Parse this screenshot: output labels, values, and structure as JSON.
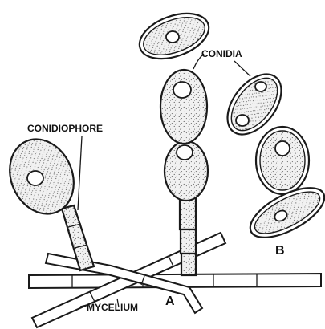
{
  "labels": {
    "conidia": "CONIDIA",
    "conidiophore": "CONIDIOPHORE",
    "mycelium": "MYCELIUM",
    "part_a": "A",
    "part_b": "B"
  },
  "colors": {
    "ink": "#1a1a1a",
    "background": "#ffffff",
    "stipple": "#3a3a3a"
  }
}
